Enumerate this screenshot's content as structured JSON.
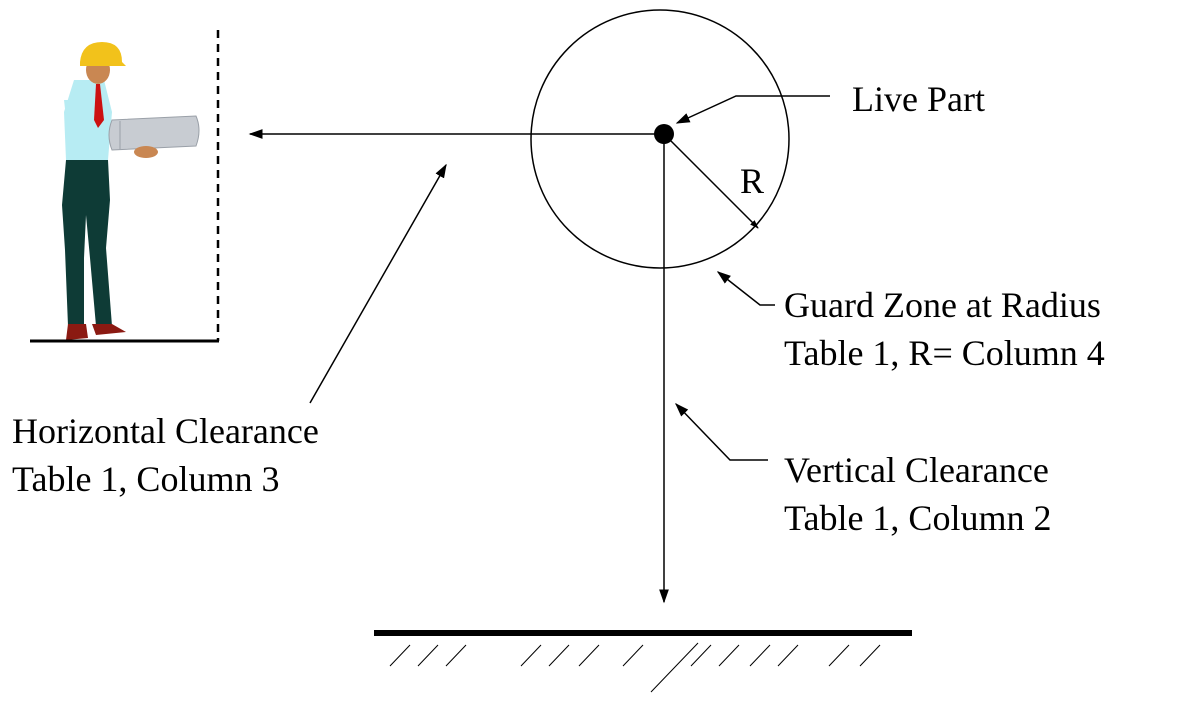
{
  "labels": {
    "live_part": "Live Part",
    "radius_symbol": "R",
    "guard_zone": [
      "Guard Zone at Radius",
      "Table 1,  R= Column 4"
    ],
    "horizontal_clearance": [
      "Horizontal Clearance",
      "Table 1, Column 3"
    ],
    "vertical_clearance": [
      "Vertical Clearance",
      "Table 1, Column 2"
    ]
  },
  "figures": {
    "worker": "worker-with-hard-hat-holding-drawings",
    "ground": "hatched-ground-surface"
  },
  "colors": {
    "line": "#000000",
    "helmet": "#f2c21b",
    "shirt": "#b7ecf3",
    "trousers": "#0e3b36",
    "tie": "#cc1111",
    "shoes": "#8b1a12",
    "skin": "#c98752",
    "drawings": "#c8ccd2"
  }
}
